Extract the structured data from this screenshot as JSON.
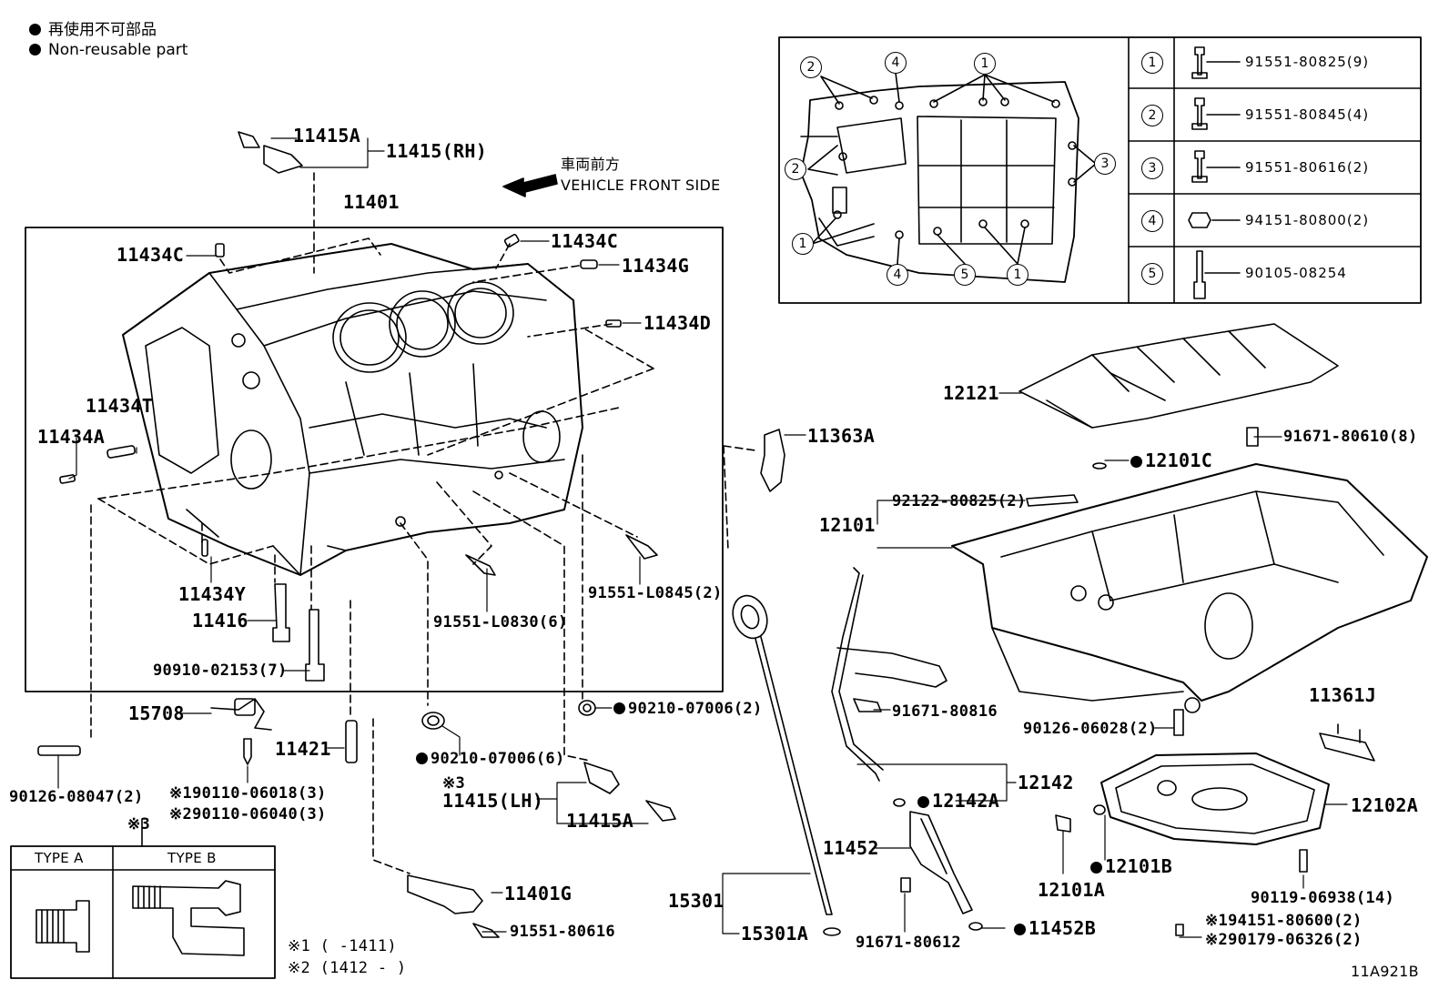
{
  "legend": {
    "line_jp": "再使用不可部品",
    "line_en": "Non-reusable part"
  },
  "direction": {
    "jp": "車両前方",
    "en": "VEHICLE FRONT SIDE"
  },
  "labels": {
    "p11415a_top": "11415A",
    "p11415_rh": "11415(RH)",
    "p11401": "11401",
    "p11434c_left": "11434C",
    "p11434c_right": "11434C",
    "p11434g": "11434G",
    "p11434d": "11434D",
    "p11434t": "11434T",
    "p11434a": "11434A",
    "p11434y": "11434Y",
    "p11416": "11416",
    "p90910": "90910-02153(7)",
    "p91551_l0830": "91551-L0830(6)",
    "p91551_l0845": "91551-L0845(2)",
    "p11363a": "11363A",
    "p90210_a": "90210-07006(2)",
    "p90210_b": "90210-07006(6)",
    "p15708": "15708",
    "p11421": "11421",
    "p90126_08047": "90126-08047(2)",
    "p90110_06018": "90110-06018(3)",
    "p90110_06040": "90110-06040(3)",
    "mark1": "※1",
    "mark2": "※2",
    "mark3a": "※3",
    "mark3b": "※3",
    "p11415_lh": "11415(LH)",
    "p11415a_bottom": "11415A",
    "p11401g": "11401G",
    "p91551_80616": "91551-80616",
    "note1": "※1 (        -1411)",
    "note2": "※2 (1412 -       )",
    "p12121": "12121",
    "p91671_80610": "91671-80610(8)",
    "p12101c": "12101C",
    "p92122": "92122-80825(2)",
    "p12101": "12101",
    "p91671_80816": "91671-80816",
    "p11361j": "11361J",
    "p90126_06028": "90126-06028(2)",
    "p12142": "12142",
    "p12142a": "12142A",
    "p12102a": "12102A",
    "p11452": "11452",
    "p15301": "15301",
    "p15301a": "15301A",
    "p91671_80612": "91671-80612",
    "p11452b": "11452B",
    "p12101a": "12101A",
    "p12101b": "12101B",
    "p90119": "90119-06938(14)",
    "p94151_80600": "94151-80600(2)",
    "p90179": "90179-06326(2)",
    "diagram_code": "11A921B"
  },
  "inset_circles": {
    "c1": "1",
    "c2": "2",
    "c3": "3",
    "c4": "4",
    "c5": "5"
  },
  "bolt_table": [
    {
      "no": "1",
      "part": "91551-80825(9)"
    },
    {
      "no": "2",
      "part": "91551-80845(4)"
    },
    {
      "no": "3",
      "part": "91551-80616(2)"
    },
    {
      "no": "4",
      "part": "94151-80800(2)"
    },
    {
      "no": "5",
      "part": "90105-08254"
    }
  ],
  "type_table": {
    "type_a": "TYPE A",
    "type_b": "TYPE B"
  }
}
